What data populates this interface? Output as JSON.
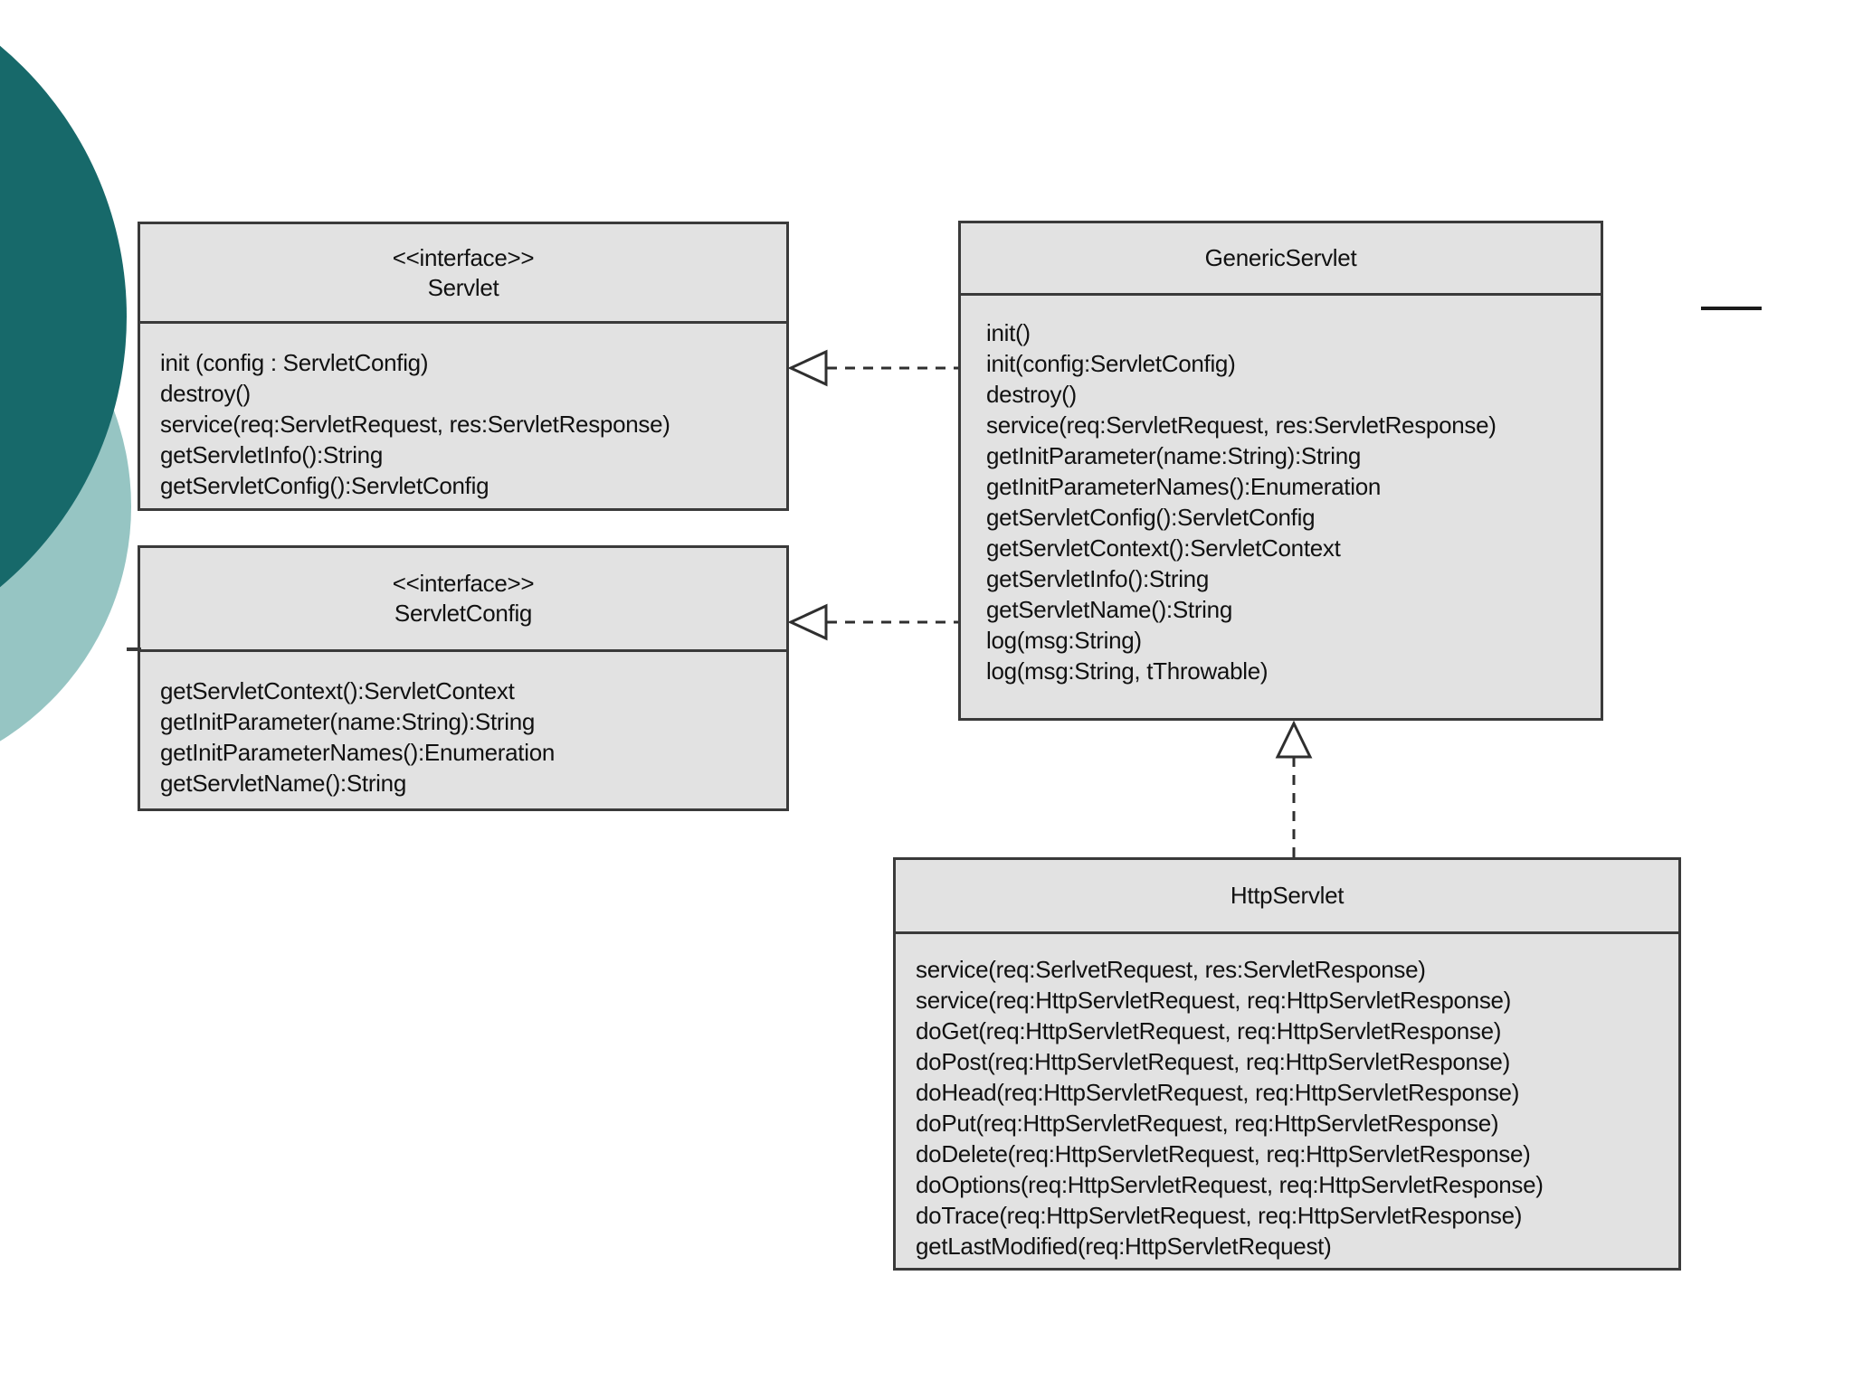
{
  "diagram": {
    "servlet": {
      "stereotype": "<<interface>>",
      "name": "Servlet",
      "methods": [
        "init (config : ServletConfig)",
        "destroy()",
        "service(req:ServletRequest, res:ServletResponse)",
        "getServletInfo():String",
        "getServletConfig():ServletConfig"
      ]
    },
    "servlet_config": {
      "stereotype": "<<interface>>",
      "name": "ServletConfig",
      "methods": [
        "getServletContext():ServletContext",
        "getInitParameter(name:String):String",
        "getInitParameterNames():Enumeration",
        "getServletName():String"
      ]
    },
    "generic_servlet": {
      "name": "GenericServlet",
      "methods": [
        "init()",
        "init(config:ServletConfig)",
        "destroy()",
        "service(req:ServletRequest, res:ServletResponse)",
        "getInitParameter(name:String):String",
        "getInitParameterNames():Enumeration",
        "getServletConfig():ServletConfig",
        "getServletContext():ServletContext",
        "getServletInfo():String",
        "getServletName():String",
        "log(msg:String)",
        "log(msg:String, tThrowable)"
      ]
    },
    "http_servlet": {
      "name": "HttpServlet",
      "methods": [
        "service(req:SerlvetRequest, res:ServletResponse)",
        "service(req:HttpServletRequest, req:HttpServletResponse)",
        "doGet(req:HttpServletRequest, req:HttpServletResponse)",
        "doPost(req:HttpServletRequest, req:HttpServletResponse)",
        "doHead(req:HttpServletRequest, req:HttpServletResponse)",
        "doPut(req:HttpServletRequest, req:HttpServletResponse)",
        "doDelete(req:HttpServletRequest, req:HttpServletResponse)",
        "doOptions(req:HttpServletRequest, req:HttpServletResponse)",
        "doTrace(req:HttpServletRequest, req:HttpServletResponse)",
        "getLastModified(req:HttpServletRequest)"
      ]
    },
    "relationships": [
      "GenericServlet realizes Servlet",
      "GenericServlet realizes ServletConfig",
      "HttpServlet extends GenericServlet"
    ]
  },
  "colors": {
    "background": "#ffffff",
    "box_fill": "#e2e2e2",
    "box_border": "#3a3a3a",
    "connector": "#2f2f2f",
    "decor_dark_teal": "#17696a",
    "decor_light_teal": "#96c5c3"
  }
}
